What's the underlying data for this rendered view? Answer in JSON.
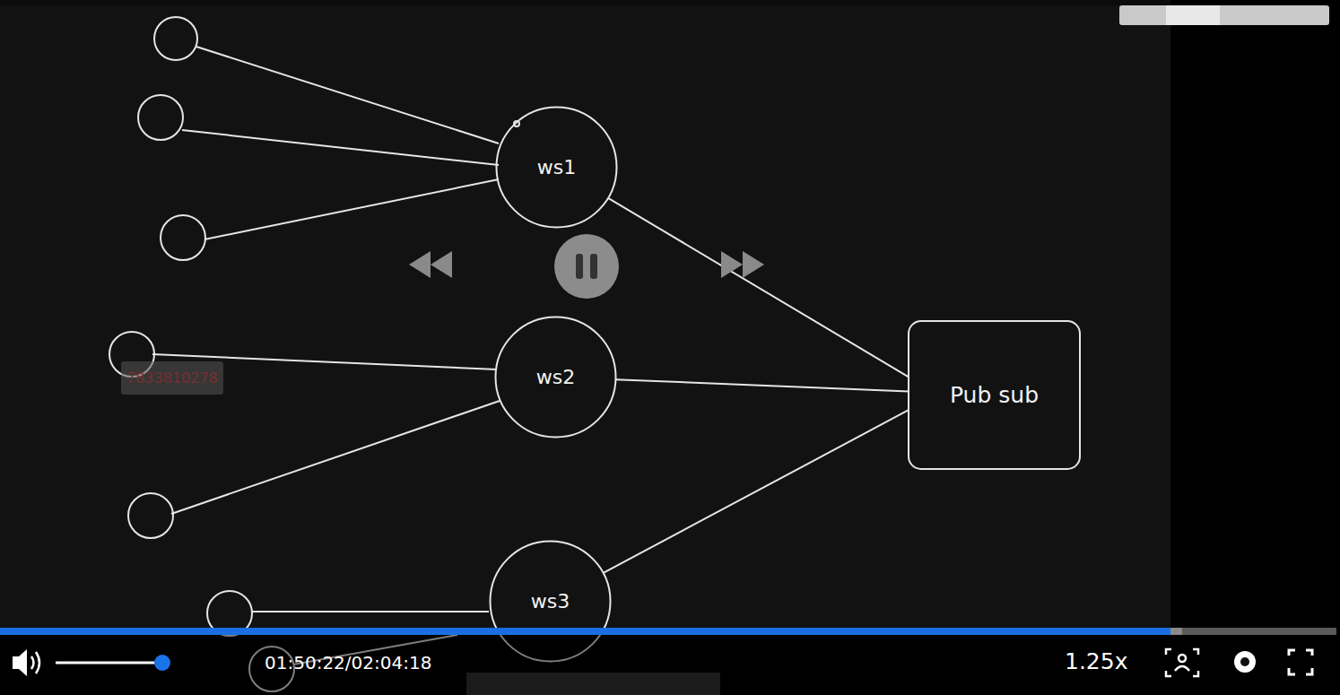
{
  "diagram": {
    "nodes": [
      {
        "text": [
          "ws1"
        ]
      },
      {
        "text": [
          "ws2"
        ]
      },
      {
        "text": [
          "ws3"
        ]
      },
      {
        "text": [
          "Pub sub"
        ]
      }
    ],
    "edges": [
      {
        "from": 0,
        "to": 3,
        "arrow": "none"
      },
      {
        "from": 1,
        "to": 3,
        "arrow": "none"
      },
      {
        "from": 2,
        "to": 3,
        "arrow": "none"
      }
    ],
    "labels": [
      "7833810278",
      "01:50:22/02:04:18",
      "1.25x"
    ]
  }
}
